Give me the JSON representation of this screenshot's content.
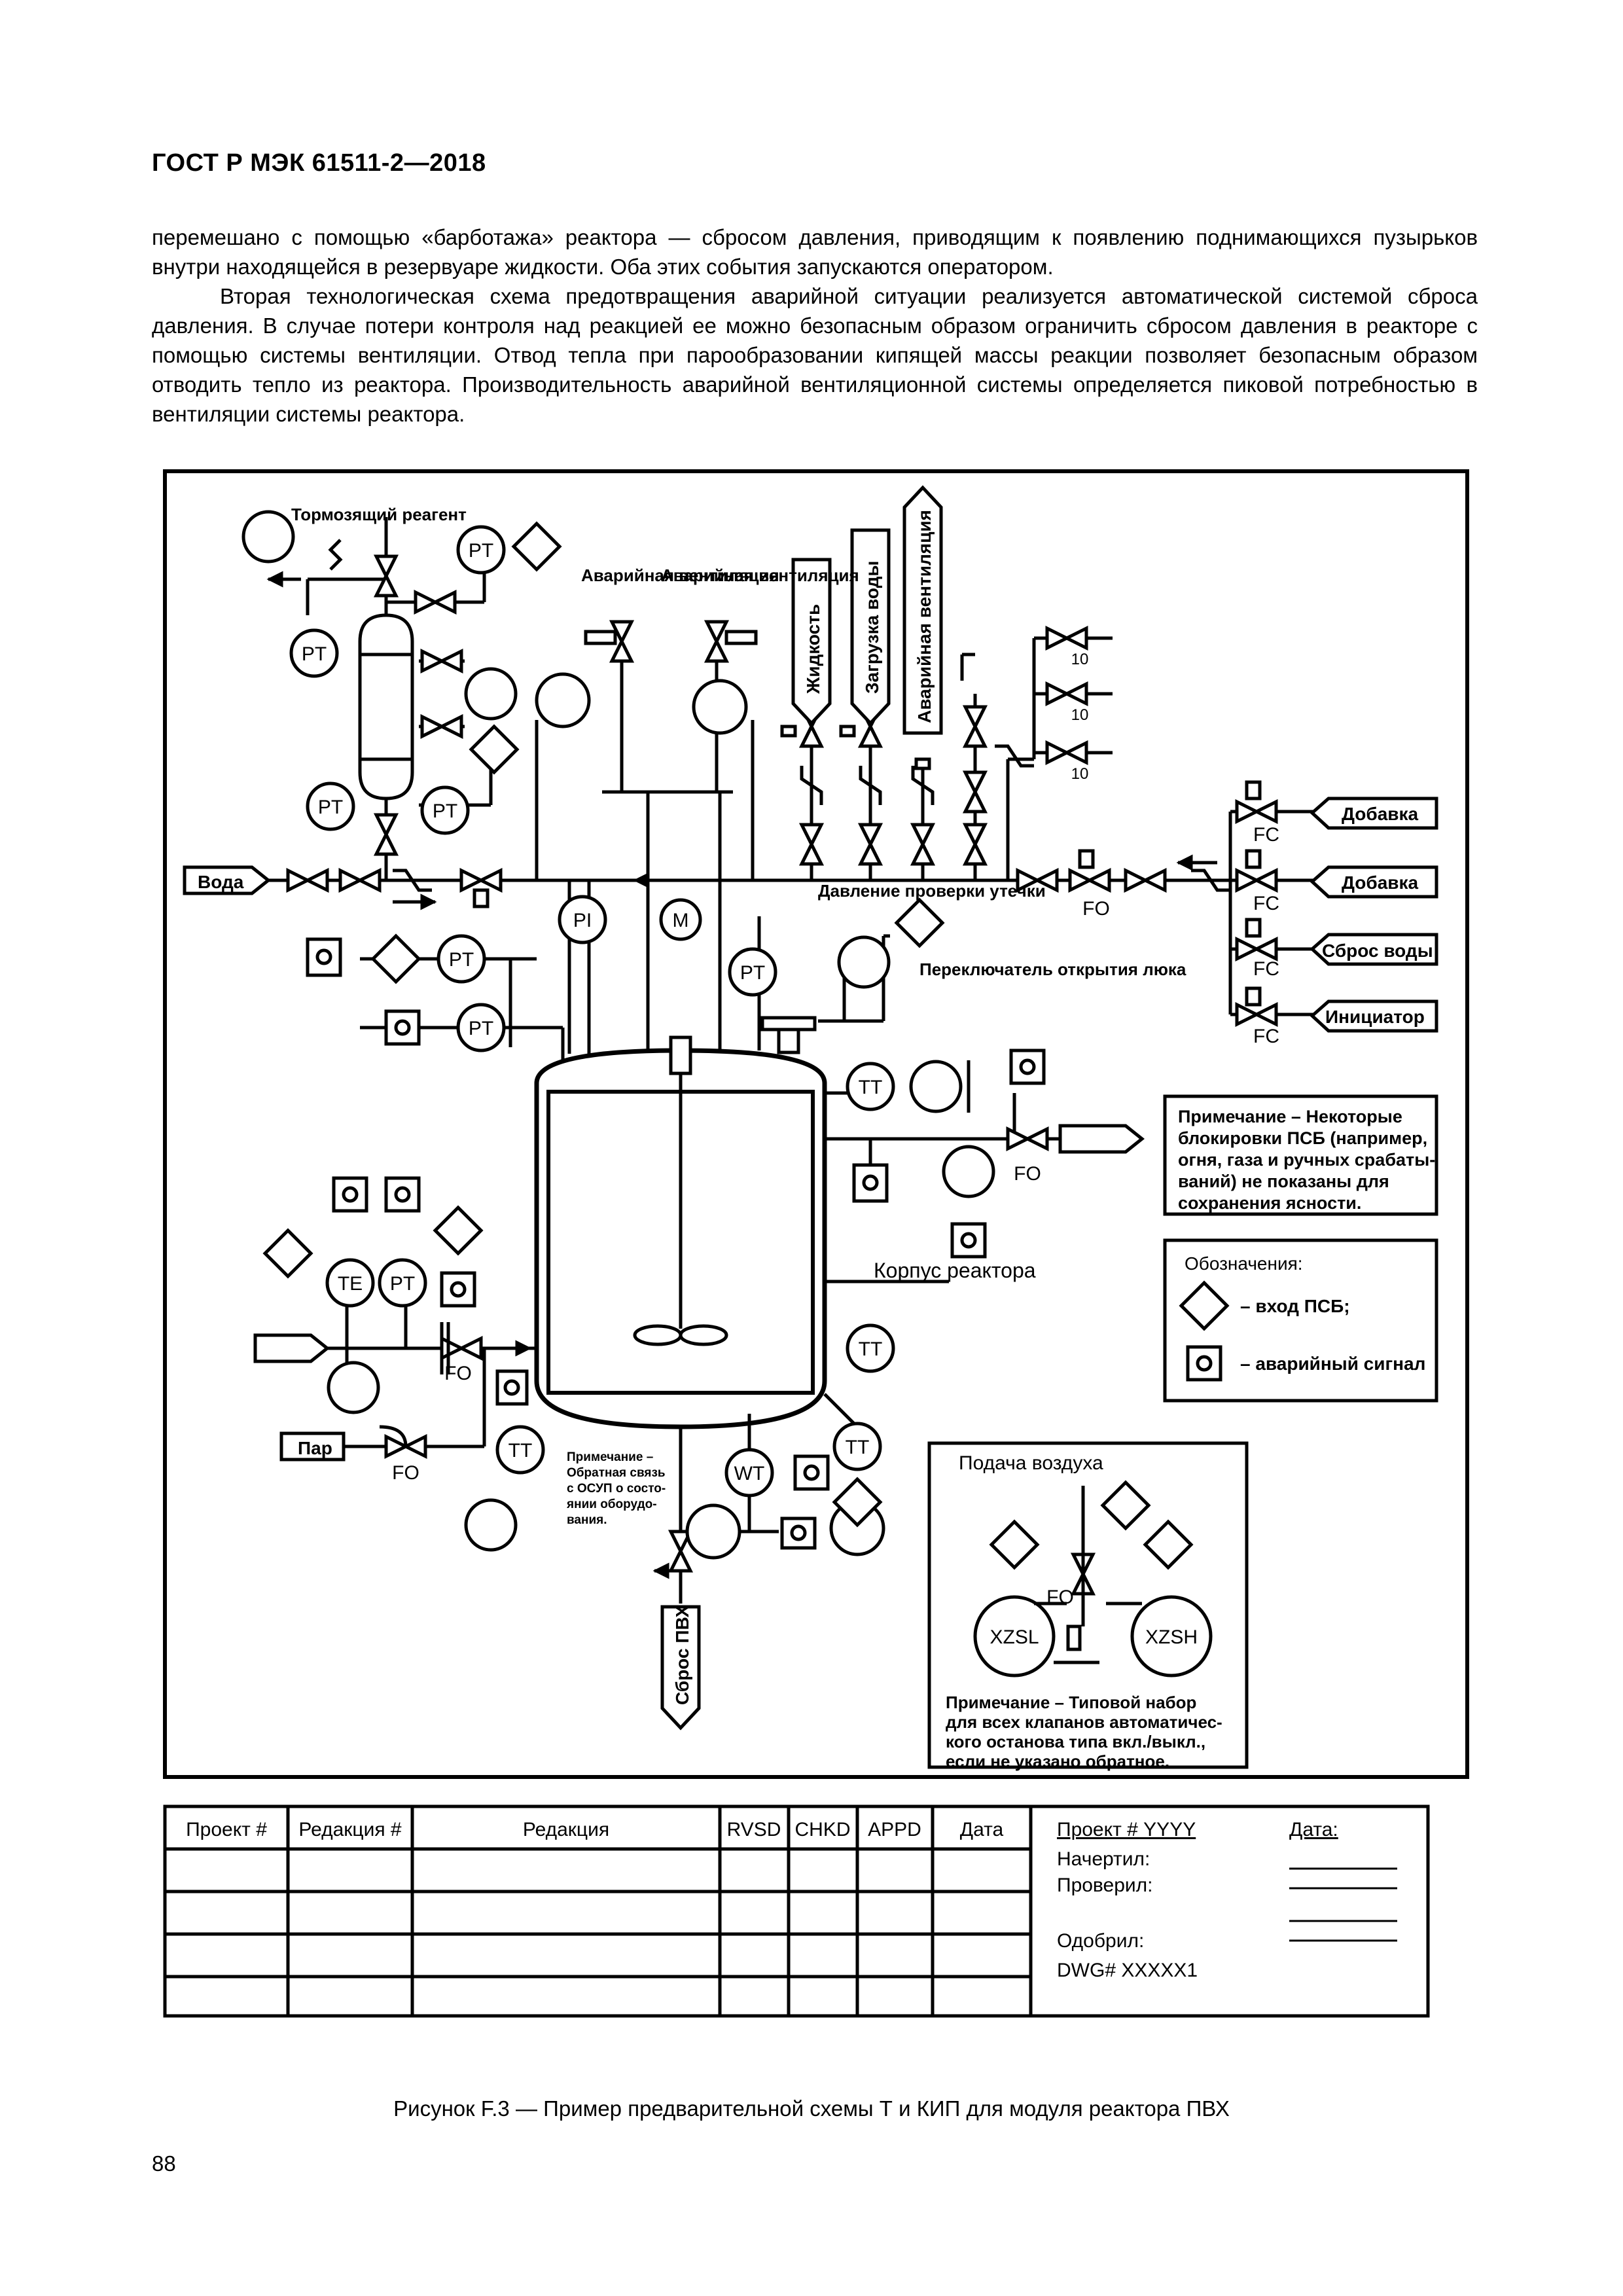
{
  "header": {
    "title": "ГОСТ Р МЭК 61511-2—2018"
  },
  "body": {
    "paragraphs": [
      "перемешано с помощью «барботажа» реактора — сбросом давления, приводящим к появлению поднимающихся пузырьков внутри находящейся в резервуаре жидкости. Оба этих события запускаются оператором.",
      "Вторая технологическая схема предотвращения аварийной ситуации реализуется автоматической системой сброса давления. В случае потери контроля над реакцией ее можно безопасным образом ограничить сбросом давления в реакторе с помощью системы вентиляции. Отвод тепла при парообразовании кипящей массы реакции позволяет безопасным образом отводить тепло из реактора. Производительность аварийной вентиляционной системы определяется пиковой потребностью в вентиляции системы реактора."
    ]
  },
  "diagram": {
    "inhibitor_label": "Тормозящий реагент",
    "vent1_label": "Аварийная вентиляция",
    "vent2_label": "Аварийная вентиляция",
    "liquid_label": "Жидкость",
    "water_load_label": "Загрузка воды",
    "emergency_vent_label": "Аварийная вентиляция",
    "water_label": "Вода",
    "leak_test_label": "Давление проверки утечки",
    "hatch_switch_label": "Переключатель открытия люка",
    "additive1_label": "Добавка",
    "additive2_label": "Добавка",
    "water_dump_label": "Сброс воды",
    "initiator_label": "Инициатор",
    "steam_label": "Пар",
    "vessel_label": "Корпус реактора",
    "pvc_dump_label": "Сброс ПВХ",
    "air_supply_label": "Подача воздуха",
    "note1": "Примечание – Некоторые блокировки ПСБ (например, огня, газа и ручных срабатываний) не показаны для сохранения ясности.",
    "note1_lines": [
      "Примечание – Некоторые",
      "блокировки ПСБ (например,",
      "огня, газа и ручных срабаты-",
      "ваний)  не показаны для",
      "сохранения ясности."
    ],
    "note2_lines": [
      "Примечание –",
      "Обратная связь",
      "с ОСУП о состо-",
      "янии оборудо-",
      "вания."
    ],
    "note3_lines": [
      "Примечание – Типовой набор",
      "для всех клапанов автоматичес-",
      "кого останова типа вкл./выкл.,",
      "если не указано обратное."
    ],
    "legend_title": "Обозначения:",
    "legend_sis_input": "– вход ПСБ;",
    "legend_alarm": "– аварийный сигнал",
    "tags": {
      "PT": "PT",
      "PI": "PI",
      "M": "M",
      "TT": "TT",
      "TE": "TE",
      "WT": "WT",
      "FC": "FC",
      "FO": "FO",
      "XZSL": "XZSL",
      "XZSH": "XZSH",
      "ten": "10"
    }
  },
  "title_block": {
    "headers": [
      "Проект #",
      "Редакция #",
      "Редакция",
      "RVSD",
      "CHKD",
      "APPD",
      "Дата"
    ],
    "project": "Проект # YYYY",
    "date": "Дата:",
    "drawn": "Начертил:",
    "checked": "Проверил:",
    "approved": "Одобрил:",
    "dwg": "DWG# XXXXX1"
  },
  "caption": "Рисунок F.3 — Пример предварительной схемы Т и КИП для модуля реактора ПВХ",
  "page_number": "88"
}
